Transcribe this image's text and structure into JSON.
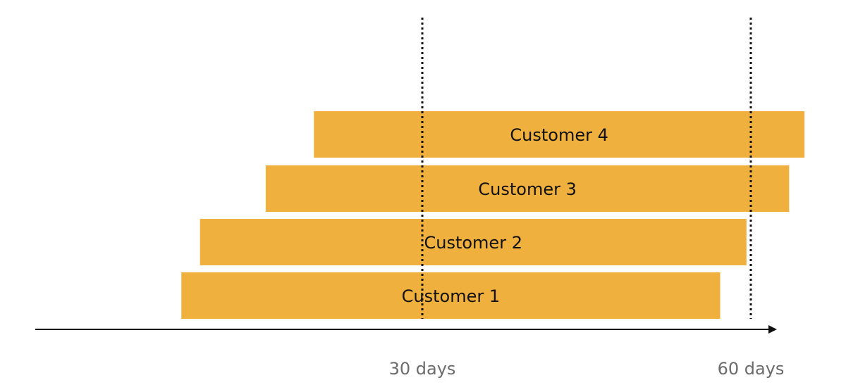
{
  "colors": {
    "bar": "#f0b03d",
    "marker_line": "#111111",
    "axis": "#111111",
    "tick_text": "#6b6b6b",
    "bar_text": "#111111"
  },
  "bars": [
    {
      "label": "Customer 4",
      "start": 20.1,
      "end": 64.9
    },
    {
      "label": "Customer 3",
      "start": 15.7,
      "end": 63.5
    },
    {
      "label": "Customer 2",
      "start": 9.7,
      "end": 59.6
    },
    {
      "label": "Customer 1",
      "start": 8.0,
      "end": 57.2
    }
  ],
  "markers": [
    {
      "label": "30 days",
      "value": 30
    },
    {
      "label": "60 days",
      "value": 60
    }
  ]
}
